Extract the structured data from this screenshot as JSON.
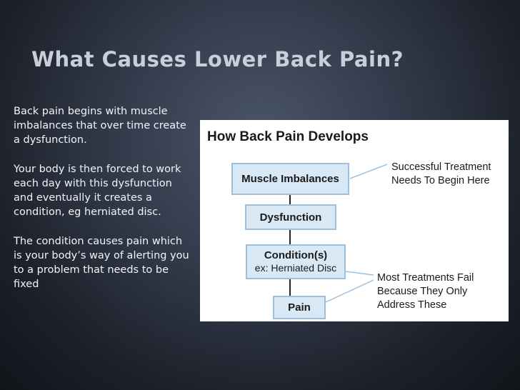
{
  "slide": {
    "title": "What Causes Lower Back Pain?",
    "paragraphs": [
      "Back pain begins with muscle imbalances that over time create a dysfunction.",
      "Your body is then forced to work each day with this dysfunction and eventually it creates a condition, eg herniated disc.",
      "The condition causes pain which is your body’s way of alerting you to a problem that needs to be fixed"
    ]
  },
  "diagram": {
    "title": "How Back Pain Develops",
    "steps": [
      {
        "label": "Muscle Imbalances",
        "sub": ""
      },
      {
        "label": "Dysfunction",
        "sub": ""
      },
      {
        "label": "Condition(s)",
        "sub": "ex: Herniated Disc"
      },
      {
        "label": "Pain",
        "sub": ""
      }
    ],
    "notes": [
      {
        "line1": "Successful Treatment",
        "line2": "Needs To Begin Here",
        "line3": ""
      },
      {
        "line1": "Most Treatments Fail",
        "line2": "Because They Only",
        "line3": "Address These"
      }
    ],
    "colors": {
      "box_fill": "#d9e8f5",
      "box_border": "#9fc0dc",
      "pointer": "#9fc0dc"
    }
  }
}
